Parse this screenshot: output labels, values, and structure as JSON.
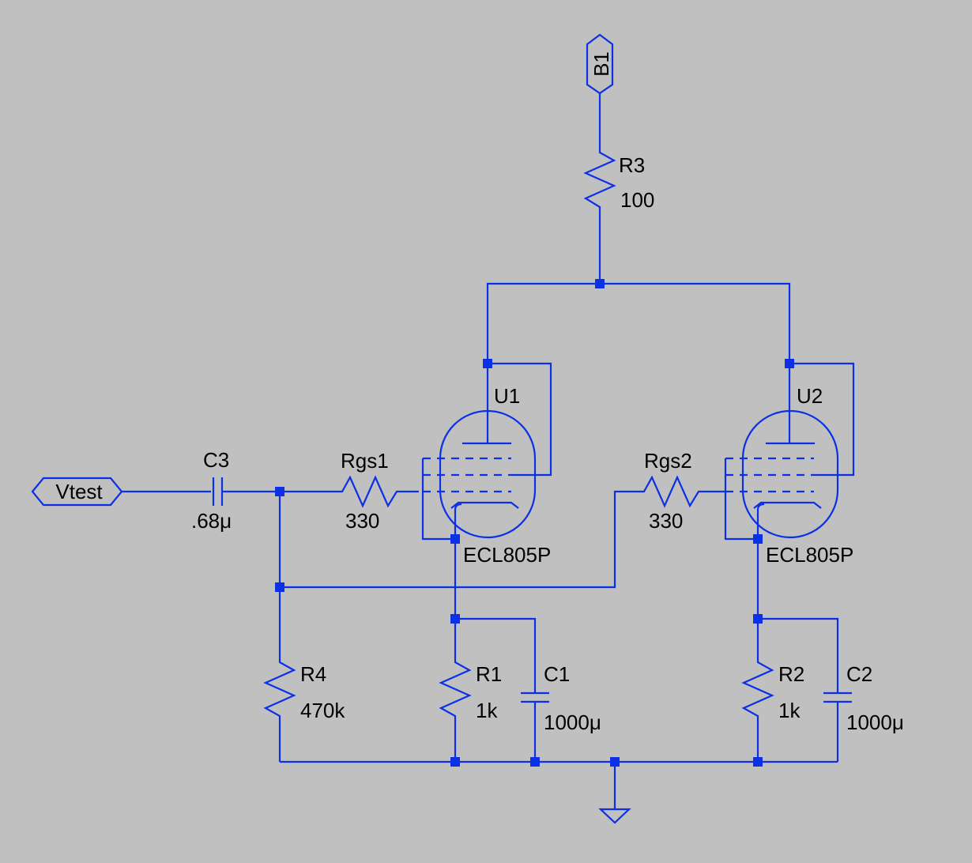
{
  "colors": {
    "background": "#c0c0c0",
    "wire": "#0b30e6",
    "text": "#000000"
  },
  "ports": {
    "B1": {
      "label": "B1"
    },
    "Vtest": {
      "label": "Vtest"
    }
  },
  "components": {
    "R3": {
      "ref": "R3",
      "value": "100"
    },
    "C3": {
      "ref": "C3",
      "value": ".68μ"
    },
    "Rgs1": {
      "ref": "Rgs1",
      "value": "330"
    },
    "Rgs2": {
      "ref": "Rgs2",
      "value": "330"
    },
    "U1": {
      "ref": "U1",
      "value": "ECL805P"
    },
    "U2": {
      "ref": "U2",
      "value": "ECL805P"
    },
    "R4": {
      "ref": "R4",
      "value": "470k"
    },
    "R1": {
      "ref": "R1",
      "value": "1k"
    },
    "C1": {
      "ref": "C1",
      "value": "1000μ"
    },
    "R2": {
      "ref": "R2",
      "value": "1k"
    },
    "C2": {
      "ref": "C2",
      "value": "1000μ"
    }
  },
  "symbols": {
    "ground": "ground-icon"
  }
}
